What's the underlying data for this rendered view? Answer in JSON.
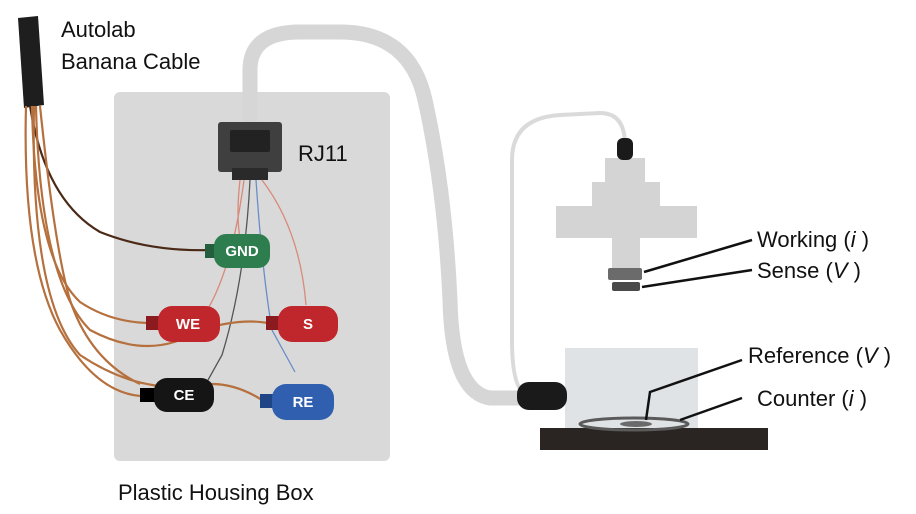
{
  "labels": {
    "cable_line1": "Autolab",
    "cable_line2": "Banana Cable",
    "connector": "RJ11",
    "box": "Plastic Housing Box",
    "working": "Working (",
    "working_sym": "i",
    "sense": "Sense (",
    "sense_sym": "V",
    "reference": "Reference (",
    "reference_sym": "V",
    "counter": "Counter (",
    "counter_sym": "i",
    "close_paren": " )"
  },
  "clips": {
    "gnd": "GND",
    "we": "WE",
    "s": "S",
    "ce": "CE",
    "re": "RE"
  },
  "colors": {
    "box": "#d9d9d9",
    "cable": "#d4d4d4",
    "wire": "#b5703d",
    "gnd": "#2e7d4f",
    "red": "#c0272d",
    "blue": "#2f5fae",
    "black": "#151515",
    "platform": "#2a2522"
  }
}
